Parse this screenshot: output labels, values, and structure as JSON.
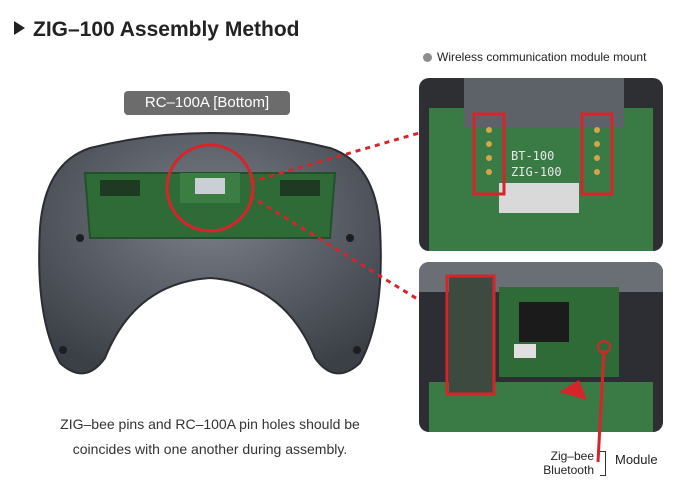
{
  "heading": "ZIG–100 Assembly Method",
  "controller_label": "RC–100A [Bottom]",
  "mount_label": "Wireless communication module mount",
  "pcb_text": [
    "BT-100",
    "ZIG-100"
  ],
  "caption": [
    "ZIG–bee pins and RC–100A pin holes should be",
    "coincides with one another during assembly."
  ],
  "module": {
    "zigbee": "Zig–bee",
    "bluetooth": "Bluetooth",
    "label": "Module"
  },
  "colors": {
    "highlight": "#d6252a",
    "pcb": "#2f6b36",
    "controller": "#545861"
  }
}
